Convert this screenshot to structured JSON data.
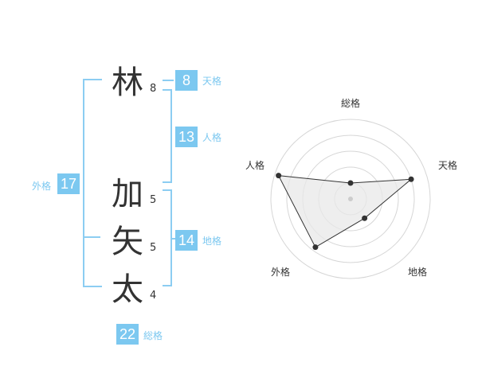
{
  "name": {
    "characters": [
      {
        "char": "林",
        "strokes": "8"
      },
      {
        "char": "加",
        "strokes": "5"
      },
      {
        "char": "矢",
        "strokes": "5"
      },
      {
        "char": "太",
        "strokes": "4"
      }
    ]
  },
  "kakusu": {
    "tenkaku": {
      "value": "8",
      "label": "天格"
    },
    "jinkaku": {
      "value": "13",
      "label": "人格"
    },
    "chikaku": {
      "value": "14",
      "label": "地格"
    },
    "gaikaku": {
      "value": "17",
      "label": "外格"
    },
    "soukaku": {
      "value": "22",
      "label": "総格"
    }
  },
  "colors": {
    "accent": "#7cc8f0",
    "bracket": "#8ccdf2",
    "text": "#333333",
    "radar_fill": "#e8e8e8",
    "grid": "#d6d6d6"
  },
  "chart_data": {
    "type": "radar",
    "axes": [
      "総格",
      "天格",
      "地格",
      "外格",
      "人格"
    ],
    "values": [
      0.2,
      0.8,
      0.3,
      0.75,
      0.95
    ],
    "range": [
      0,
      1
    ],
    "rings": 5
  }
}
